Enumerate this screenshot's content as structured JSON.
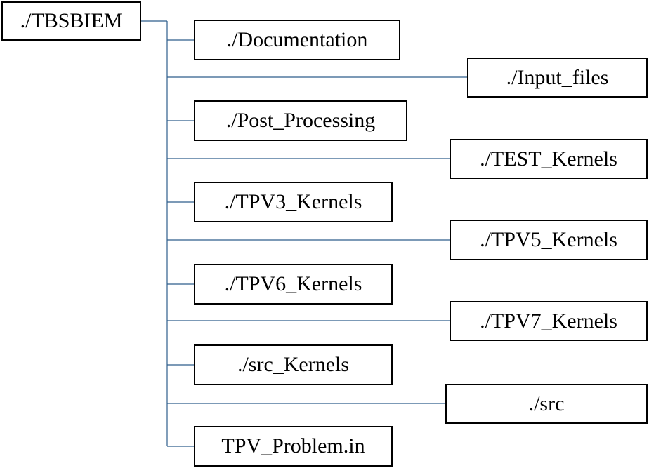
{
  "diagram": {
    "root": {
      "label": "./TBSBIEM"
    },
    "children": [
      {
        "label": "./Documentation"
      },
      {
        "label": "./Input_files"
      },
      {
        "label": "./Post_Processing"
      },
      {
        "label": "./TEST_Kernels"
      },
      {
        "label": "./TPV3_Kernels"
      },
      {
        "label": "./TPV5_Kernels"
      },
      {
        "label": "./TPV6_Kernels"
      },
      {
        "label": "./TPV7_Kernels"
      },
      {
        "label": "./src_Kernels"
      },
      {
        "label": "./src"
      },
      {
        "label": "TPV_Problem.in"
      }
    ],
    "colors": {
      "connector": "#2e5e8c",
      "border": "#000000"
    }
  }
}
